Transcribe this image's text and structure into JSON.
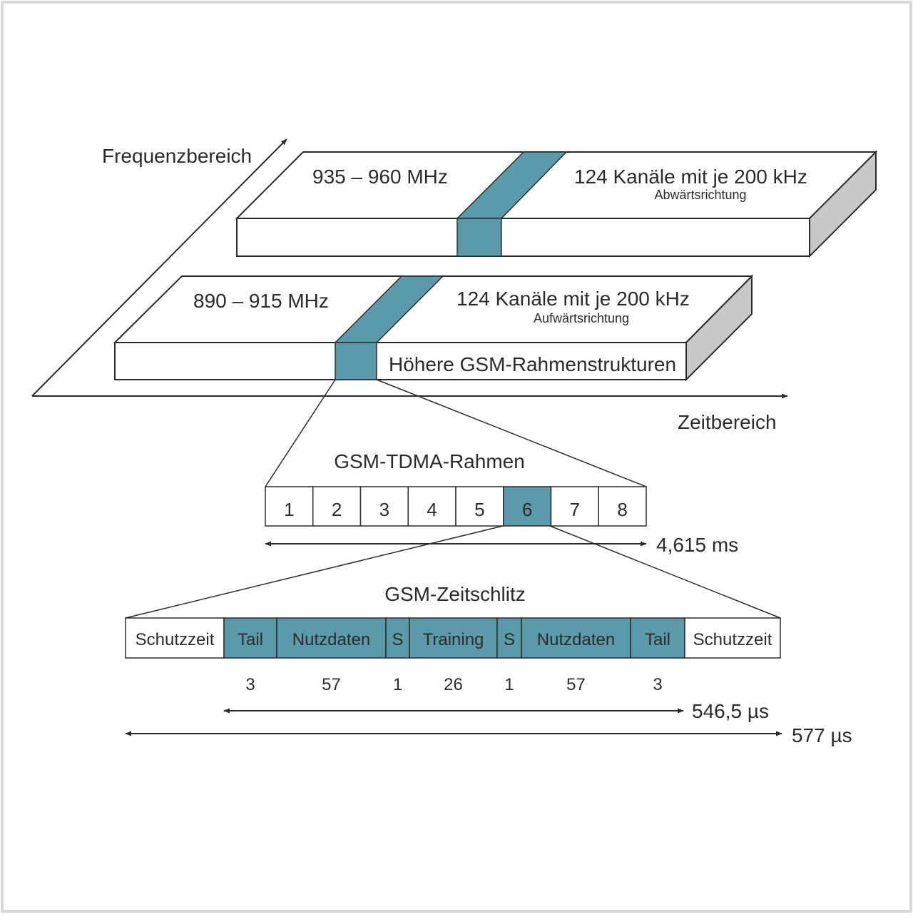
{
  "colors": {
    "accent": "#5b9aaa",
    "line": "#2b2b2b",
    "side_face": "#c8c8c8",
    "frame_border": "#d9d9d9"
  },
  "axes": {
    "frequency_label": "Frequenzbereich",
    "time_label": "Zeitbereich"
  },
  "downlink": {
    "band": "935 – 960 MHz",
    "channels": "124 Kanäle mit je 200 kHz",
    "direction": "Abwärtsrichtung"
  },
  "uplink": {
    "band": "890 – 915 MHz",
    "channels": "124 Kanäle mit je 200 kHz",
    "direction": "Aufwärtsrichtung",
    "frame_structures": "Höhere GSM-Rahmenstrukturen"
  },
  "tdma_frame": {
    "title": "GSM-TDMA-Rahmen",
    "slots": [
      "1",
      "2",
      "3",
      "4",
      "5",
      "6",
      "7",
      "8"
    ],
    "highlighted_slot": "6",
    "duration": "4,615 ms"
  },
  "timeslot": {
    "title": "GSM-Zeitschlitz",
    "fields": [
      {
        "label": "Schutzzeit",
        "bits": "",
        "highlight": false
      },
      {
        "label": "Tail",
        "bits": "3",
        "highlight": true
      },
      {
        "label": "Nutzdaten",
        "bits": "57",
        "highlight": true
      },
      {
        "label": "S",
        "bits": "1",
        "highlight": true
      },
      {
        "label": "Training",
        "bits": "26",
        "highlight": true
      },
      {
        "label": "S",
        "bits": "1",
        "highlight": true
      },
      {
        "label": "Nutzdaten",
        "bits": "57",
        "highlight": true
      },
      {
        "label": "Tail",
        "bits": "3",
        "highlight": true
      },
      {
        "label": "Schutzzeit",
        "bits": "",
        "highlight": false
      }
    ],
    "burst_duration": "546,5 µs",
    "slot_duration": "577 µs"
  }
}
